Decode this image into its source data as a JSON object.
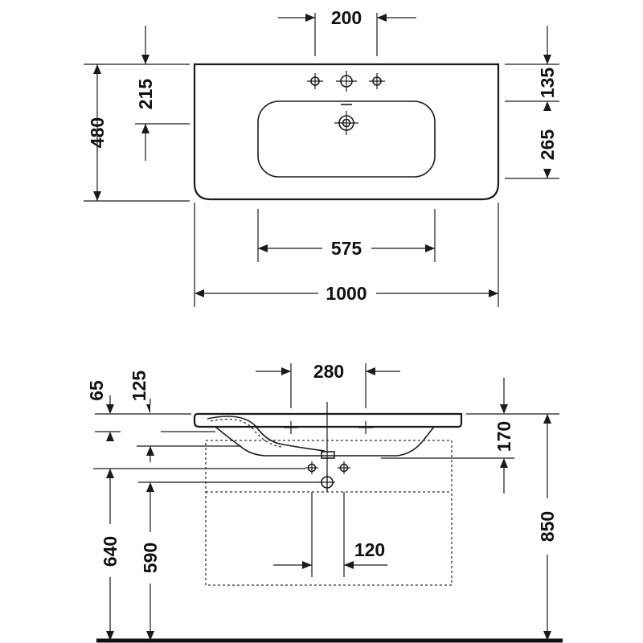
{
  "top_view": {
    "dims": {
      "tap_spacing": "200",
      "depth_to_tap": "215",
      "depth_total": "480",
      "rear_to_bowl": "135",
      "bowl_depth": "265",
      "bowl_width": "575",
      "total_width": "1000"
    }
  },
  "side_view": {
    "dims": {
      "tap_spacing": "280",
      "rim_offset": "65",
      "tap_height": "125",
      "bowl_height": "170",
      "waste_width": "120",
      "waste_height_a": "640",
      "waste_height_b": "590",
      "total_height": "850"
    }
  },
  "colors": {
    "line": "#1a1a1a",
    "background": "#ffffff"
  }
}
